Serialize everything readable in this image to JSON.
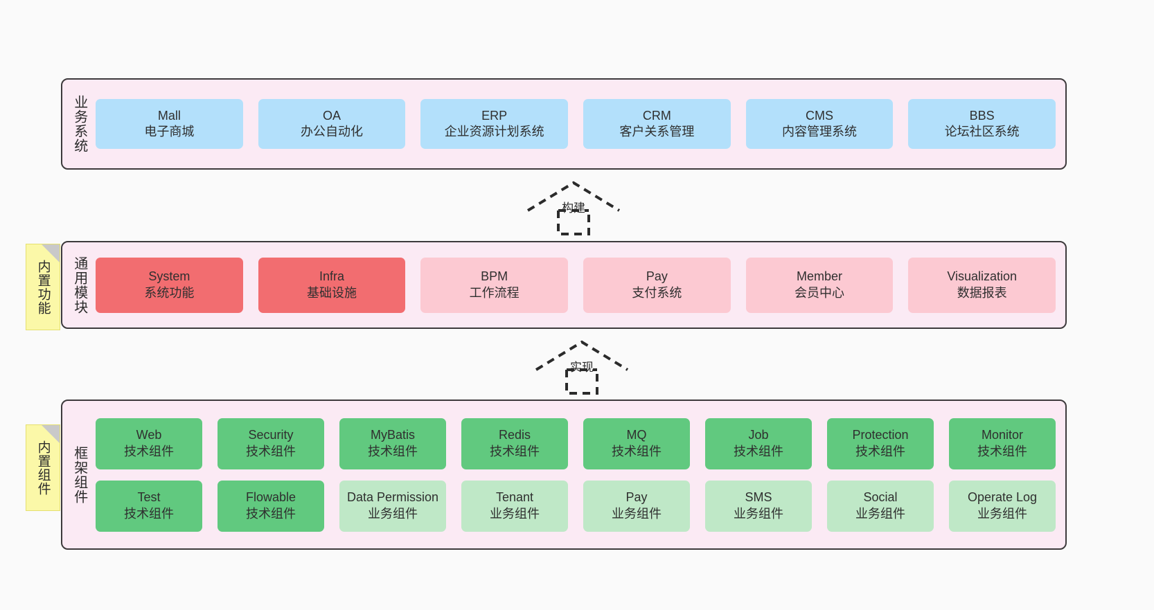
{
  "diagram": {
    "background": "#fafafa",
    "layer_fill": "#fbeaf4",
    "layer_border": "#3d3a3c",
    "note_fill": "#fbf8a8"
  },
  "layers": [
    {
      "title": "业务系统",
      "note": null,
      "rows": [
        [
          {
            "en": "Mall",
            "cn": "电子商城",
            "color": "#b3e0fb",
            "style": "c-blue"
          },
          {
            "en": "OA",
            "cn": "办公自动化",
            "color": "#b3e0fb",
            "style": "c-blue"
          },
          {
            "en": "ERP",
            "cn": "企业资源计划系统",
            "color": "#b3e0fb",
            "style": "c-blue"
          },
          {
            "en": "CRM",
            "cn": "客户关系管理",
            "color": "#b3e0fb",
            "style": "c-blue"
          },
          {
            "en": "CMS",
            "cn": "内容管理系统",
            "color": "#b3e0fb",
            "style": "c-blue"
          },
          {
            "en": "BBS",
            "cn": "论坛社区系统",
            "color": "#b3e0fb",
            "style": "c-blue"
          }
        ]
      ]
    },
    {
      "title": "通用模块",
      "note": "内置功能",
      "rows": [
        [
          {
            "en": "System",
            "cn": "系统功能",
            "color": "#f26d70",
            "style": "c-red"
          },
          {
            "en": "Infra",
            "cn": "基础设施",
            "color": "#f26d70",
            "style": "c-red"
          },
          {
            "en": "BPM",
            "cn": "工作流程",
            "color": "#fcc9d2",
            "style": "c-pink"
          },
          {
            "en": "Pay",
            "cn": "支付系统",
            "color": "#fcc9d2",
            "style": "c-pink"
          },
          {
            "en": "Member",
            "cn": "会员中心",
            "color": "#fcc9d2",
            "style": "c-pink"
          },
          {
            "en": "Visualization",
            "cn": "数据报表",
            "color": "#fcc9d2",
            "style": "c-pink"
          }
        ]
      ]
    },
    {
      "title": "框架组件",
      "note": "内置组件",
      "rows": [
        [
          {
            "en": "Web",
            "cn": "技术组件",
            "color": "#61c97f",
            "style": "c-green"
          },
          {
            "en": "Security",
            "cn": "技术组件",
            "color": "#61c97f",
            "style": "c-green"
          },
          {
            "en": "MyBatis",
            "cn": "技术组件",
            "color": "#61c97f",
            "style": "c-green"
          },
          {
            "en": "Redis",
            "cn": "技术组件",
            "color": "#61c97f",
            "style": "c-green"
          },
          {
            "en": "MQ",
            "cn": "技术组件",
            "color": "#61c97f",
            "style": "c-green"
          },
          {
            "en": "Job",
            "cn": "技术组件",
            "color": "#61c97f",
            "style": "c-green"
          },
          {
            "en": "Protection",
            "cn": "技术组件",
            "color": "#61c97f",
            "style": "c-green"
          },
          {
            "en": "Monitor",
            "cn": "技术组件",
            "color": "#61c97f",
            "style": "c-green"
          }
        ],
        [
          {
            "en": "Test",
            "cn": "技术组件",
            "color": "#61c97f",
            "style": "c-green"
          },
          {
            "en": "Flowable",
            "cn": "技术组件",
            "color": "#61c97f",
            "style": "c-green"
          },
          {
            "en": "Data Permission",
            "cn": "业务组件",
            "color": "#bfe8c7",
            "style": "c-lgreen"
          },
          {
            "en": "Tenant",
            "cn": "业务组件",
            "color": "#bfe8c7",
            "style": "c-lgreen"
          },
          {
            "en": "Pay",
            "cn": "业务组件",
            "color": "#bfe8c7",
            "style": "c-lgreen"
          },
          {
            "en": "SMS",
            "cn": "业务组件",
            "color": "#bfe8c7",
            "style": "c-lgreen"
          },
          {
            "en": "Social",
            "cn": "业务组件",
            "color": "#bfe8c7",
            "style": "c-lgreen"
          },
          {
            "en": "Operate Log",
            "cn": "业务组件",
            "color": "#bfe8c7",
            "style": "c-lgreen"
          }
        ]
      ]
    }
  ],
  "connectors": [
    {
      "label": "构建"
    },
    {
      "label": "实现"
    }
  ]
}
